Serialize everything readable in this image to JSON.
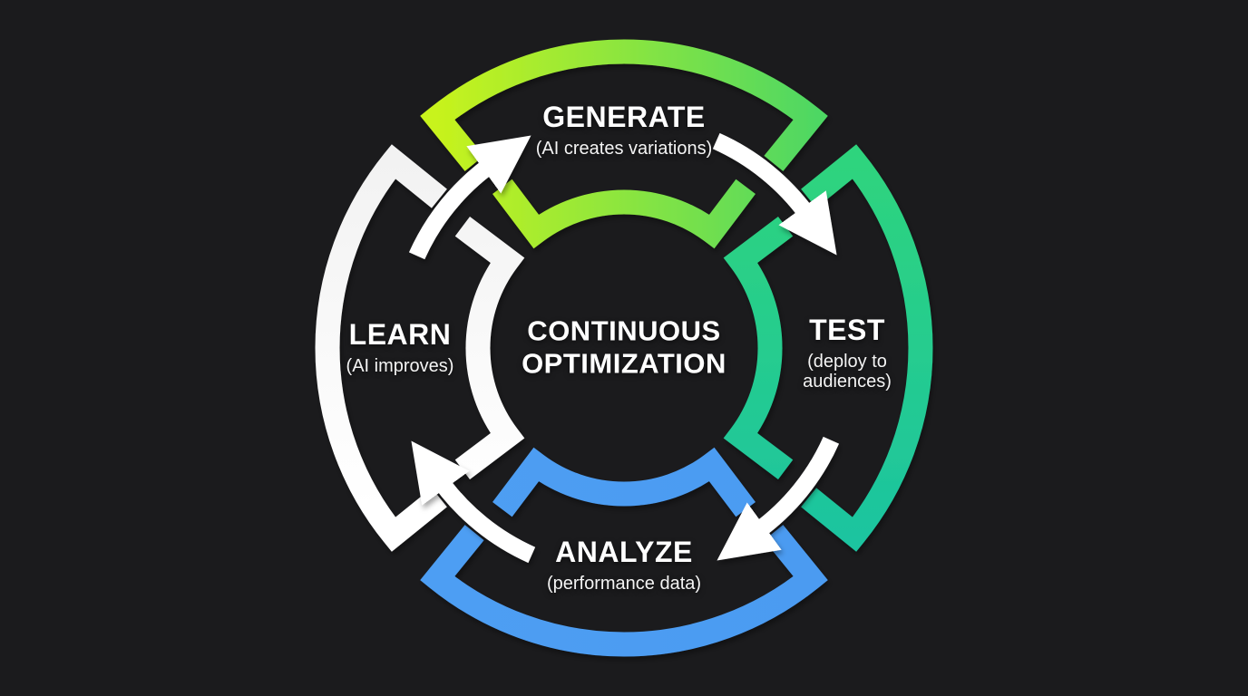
{
  "diagram": {
    "background": "#1b1b1d",
    "flow": "clockwise",
    "arrow_color": "#ffffff",
    "center_label": {
      "line1": "CONTINUOUS",
      "line2": "OPTIMIZATION",
      "color": "#ffffff"
    },
    "stages": [
      {
        "id": "generate",
        "position": "top",
        "label": "GENERATE",
        "sublabel": "(AI creates variations)",
        "color": "#c8f31c",
        "color_end": "#4ed763"
      },
      {
        "id": "test",
        "position": "right",
        "label": "TEST",
        "sublabel": "(deploy to audiences)",
        "color": "#2fd47d",
        "color_end": "#1cc4a0"
      },
      {
        "id": "analyze",
        "position": "bottom",
        "label": "ANALYZE",
        "sublabel": "(performance data)",
        "color": "#4b9bf1",
        "color_end": "#4e9ef3"
      },
      {
        "id": "learn",
        "position": "left",
        "label": "LEARN",
        "sublabel": "(AI improves)",
        "color": "#ffffff",
        "color_end": "#f2f2f2"
      }
    ]
  }
}
